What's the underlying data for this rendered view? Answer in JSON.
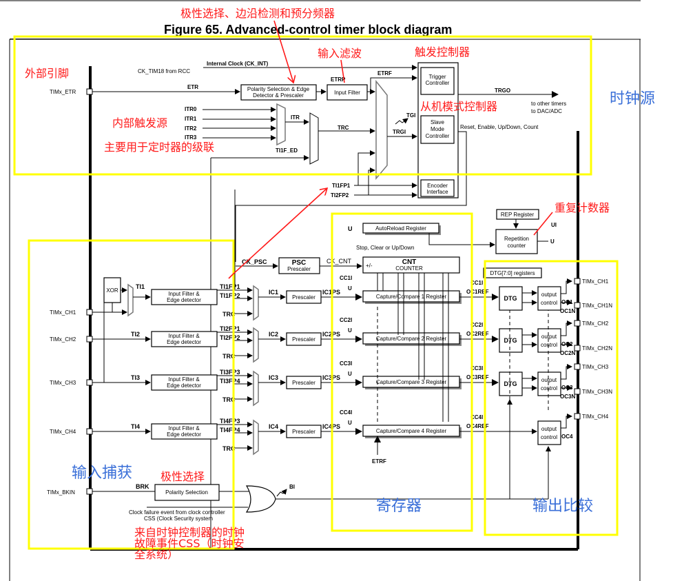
{
  "figure_title": "Figure 65. Advanced-control timer block diagram",
  "annotations": {
    "polarity_edge_prescaler": "极性选择、边沿检测和预分频器",
    "input_filter": "输入滤波",
    "trigger_controller": "触发控制器",
    "external_pins": "外部引脚",
    "internal_trigger": "内部触发源",
    "cascade": "主要用于定时器的级联",
    "slave_mode": "从机模式控制器",
    "clock_source": "时钟源",
    "repetition_counter": "重复计数器",
    "input_capture": "输入捕获",
    "polarity_select": "极性选择",
    "css_line1": "来自时钟控制器的时钟",
    "css_line2": "故障事件CSS（时钟安",
    "css_line3": "全系统）",
    "registers": "寄存器",
    "output_compare": "输出比较"
  },
  "clock": {
    "internal_clock": "Internal Clock (CK_INT)",
    "ck_tim18": "CK_TIM18 from RCC",
    "etr": "ETR",
    "etrp": "ETRP",
    "etrf": "ETRF",
    "timx_etr": "TIMx_ETR",
    "polarity_block_l1": "Polarity Selection & Edge",
    "polarity_block_l2": "Detector & Prescaler",
    "input_filter": "Input Filter",
    "itr": [
      "ITR0",
      "ITR1",
      "ITR2",
      "ITR3"
    ],
    "itr_label": "ITR",
    "trc": "TRC",
    "ti1f_ed": "TI1F_ED",
    "tgi": "TGI",
    "trgi": "TRGI",
    "trigger_controller_l1": "Trigger",
    "trigger_controller_l2": "Controller",
    "slave_l1": "Slave",
    "slave_l2": "Mode",
    "slave_l3": "Controller",
    "encoder_l1": "Encoder",
    "encoder_l2": "Interface",
    "trgo": "TRGO",
    "to_other_l1": "to other timers",
    "to_other_l2": "to DAC/ADC",
    "reset_enable": "Reset, Enable, Up/Down, Count",
    "ti1fp1": "TI1FP1",
    "ti2fp2": "TI2FP2"
  },
  "counter": {
    "ck_psc": "CK_PSC",
    "psc": "PSC",
    "prescaler": "Prescaler",
    "ck_cnt": "CK_CNT",
    "plus_minus": "+/-",
    "cnt": "CNT",
    "counter": "COUNTER",
    "autoreload": "AutoReload Register",
    "u": "U",
    "stop_clear": "Stop, Clear or Up/Down",
    "rep_register": "REP Register",
    "rep_counter_l1": "Repetition",
    "rep_counter_l2": "counter",
    "ui": "UI"
  },
  "channels": [
    {
      "pin": "TIMx_CH1",
      "ti": "TI1",
      "fpa": "TI1FP1",
      "fpb": "TI1FP2",
      "ic": "IC1",
      "icps": "IC1PS",
      "cci": "CC1I",
      "ccr": "Capture/Compare 1 Register",
      "ocref": "OC1REF",
      "oc": "OC1",
      "ocn": "OC1N",
      "outpin": "TIMx_CH1",
      "outnpin": "TIMx_CH1N"
    },
    {
      "pin": "TIMx_CH2",
      "ti": "TI2",
      "fpa": "TI2FP1",
      "fpb": "TI2FP2",
      "ic": "IC2",
      "icps": "IC2PS",
      "cci": "CC2I",
      "ccr": "Capture/Compare 2 Register",
      "ocref": "OC2REF",
      "oc": "OC2",
      "ocn": "OC2N",
      "outpin": "TIMx_CH2",
      "outnpin": "TIMx_CH2N"
    },
    {
      "pin": "TIMx_CH3",
      "ti": "TI3",
      "fpa": "TI3FP3",
      "fpb": "TI3FP4",
      "ic": "IC3",
      "icps": "IC3PS",
      "cci": "CC3I",
      "ccr": "Capture/Compare 3 Register",
      "ocref": "OC3REF",
      "oc": "OC3",
      "ocn": "OC3N",
      "outpin": "TIMx_CH3",
      "outnpin": "TIMx_CH3N"
    },
    {
      "pin": "TIMx_CH4",
      "ti": "TI4",
      "fpa": "TI4FP3",
      "fpb": "TI4FP4",
      "ic": "IC4",
      "icps": "IC4PS",
      "cci": "CC4I",
      "ccr": "Capture/Compare 4 Register",
      "ocref": "OC4REF",
      "oc": "OC4",
      "ocn": "",
      "outpin": "TIMx_CH4",
      "outnpin": ""
    }
  ],
  "common": {
    "xor": "XOR",
    "filter_l1": "Input Filter &",
    "filter_l2": "Edge detector",
    "trc": "TRC",
    "prescaler": "Prescaler",
    "u": "U",
    "dtg": "DTG",
    "dtg_registers": "DTG[7:0] registers",
    "output_l1": "output",
    "output_l2": "control",
    "etrf": "ETRF"
  },
  "brk": {
    "pin": "TIMx_BKIN",
    "brk": "BRK",
    "polarity": "Polarity Selection",
    "clock_failure": "Clock failure event from clock controller",
    "css": "CSS (Clock Security system",
    "bi": "BI"
  }
}
